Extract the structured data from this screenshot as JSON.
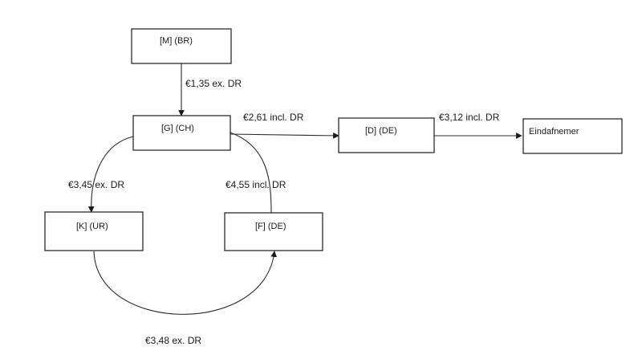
{
  "diagram": {
    "nodes": {
      "m": "[M] (BR)",
      "g": "[G] (CH)",
      "d": "[D] (DE)",
      "e": "Eindafnemer",
      "k": "[K] (UR)",
      "f": "[F] (DE)"
    },
    "edges": {
      "m_g": "€1,35 ex. DR",
      "g_d": "€2,61 incl. DR",
      "d_e": "€3,12 incl. DR",
      "g_k": "€3,45 ex. DR",
      "f_g": "€4,55 incl. DR",
      "k_f": "€3,48 ex. DR"
    }
  }
}
